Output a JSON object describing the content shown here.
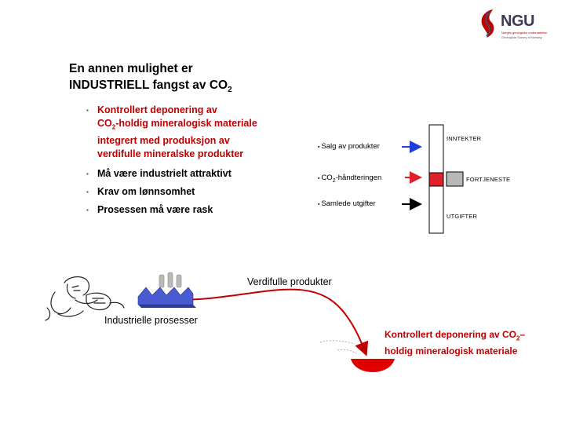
{
  "logo": {
    "text": "NGU",
    "subtitle_1": "Norges geologiske undersøkelse",
    "subtitle_2": "Geological Survey of Norway"
  },
  "title": {
    "line1": "En annen mulighet er",
    "line2_prefix": "INDUSTRIELL fangst av CO",
    "line2_sub": "2"
  },
  "bullets": {
    "b1_line1": "Kontrollert deponering av",
    "b1_line2_prefix": "CO",
    "b1_line2_sub": "2",
    "b1_line2_suffix": "-holdig mineralogisk materiale",
    "b1_line3": "integrert med produksjon av",
    "b1_line4": "verdifulle mineralske produkter",
    "b2": "Må være industrielt attraktivt",
    "b3": "Krav om lønnsomhet",
    "b4": "Prosessen må være rask"
  },
  "diagram": {
    "salg": "Salg av produkter",
    "co2_prefix": "CO",
    "co2_sub": "2",
    "co2_suffix": "-håndteringen",
    "samlede": "Samlede utgifter",
    "inntekter": "INNTEKTER",
    "fortjeneste": "FORTJENESTE",
    "utgifter": "UTGIFTER",
    "colors": {
      "arrow_blue": "#1f3fd8",
      "arrow_red": "#e0202a",
      "arrow_black": "#000000",
      "bar_red": "#e0202a",
      "bar_grey": "#b8b8b8"
    }
  },
  "bottom": {
    "verdifulle": "Verdifulle produkter",
    "industrielle": "Industrielle prosesser",
    "kontrollert_prefix": "Kontrollert deponering av CO",
    "kontrollert_sub": "2",
    "kontrollert_suffix": "–",
    "kontrollert_line2": "holdig mineralogisk materiale",
    "colors": {
      "curve": "#c00000",
      "bowl": "#e00000",
      "factory": "#4a5ad0"
    }
  }
}
